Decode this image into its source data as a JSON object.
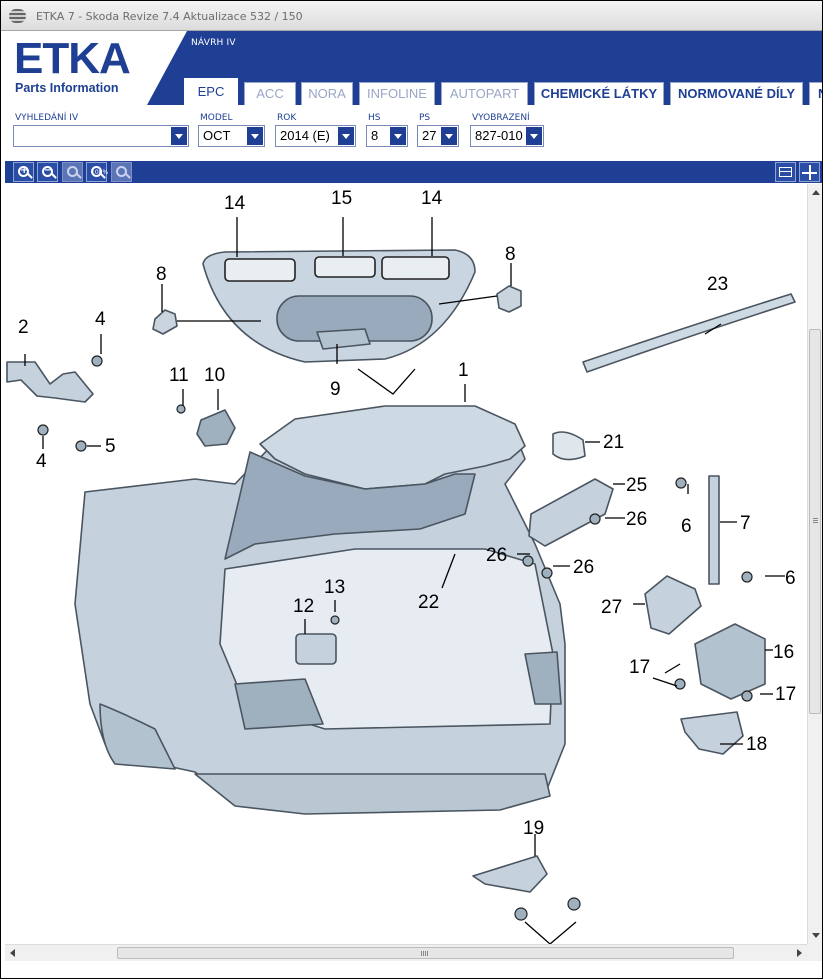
{
  "window": {
    "title": "ETKA 7 - Skoda Revize 7.4 Aktualizace 532 / 150"
  },
  "header": {
    "logo": "ETKA",
    "logo_sub": "Parts Information",
    "label": "NÁVRH IV"
  },
  "tabs": [
    {
      "label": "EPC",
      "state": "active"
    },
    {
      "label": "ACC",
      "state": "disabled"
    },
    {
      "label": "NORA",
      "state": "disabled"
    },
    {
      "label": "INFOLINE",
      "state": "disabled"
    },
    {
      "label": "AUTOPART",
      "state": "disabled"
    },
    {
      "label": "CHEMICKÉ LÁTKY",
      "state": "enabled"
    },
    {
      "label": "NORMOVANÉ DÍLY",
      "state": "enabled"
    },
    {
      "label": "N",
      "state": "enabled"
    }
  ],
  "filters": {
    "search": {
      "label": "VYHLEDÁNÍ IV",
      "value": ""
    },
    "model": {
      "label": "MODEL",
      "value": "OCT"
    },
    "year": {
      "label": "ROK",
      "value": "2014 (E)"
    },
    "hs": {
      "label": "HS",
      "value": "8"
    },
    "ps": {
      "label": "PS",
      "value": "27"
    },
    "image": {
      "label": "VYOBRAZENÍ",
      "value": "827-010"
    }
  },
  "toolbar": {
    "icons": [
      "zoom-in-icon",
      "zoom-out-icon",
      "zoom-fit-icon",
      "zoom-100-icon",
      "zoom-reset-icon",
      "split-view-icon",
      "expand-icon"
    ],
    "zoom_100_label": "100%"
  },
  "callouts": {
    "c1": "1",
    "c2": "2",
    "c4a": "4",
    "c4b": "4",
    "c5": "5",
    "c6a": "6",
    "c6b": "6",
    "c7": "7",
    "c8a": "8",
    "c8b": "8",
    "c9": "9",
    "c10": "10",
    "c11": "11",
    "c12": "12",
    "c13": "13",
    "c14a": "14",
    "c14b": "14",
    "c15": "15",
    "c16": "16",
    "c17a": "17",
    "c17b": "17",
    "c18": "18",
    "c19": "19",
    "c21": "21",
    "c22": "22",
    "c23": "23",
    "c25": "25",
    "c26a": "26",
    "c26b": "26",
    "c26c": "26",
    "c27": "27"
  },
  "colors": {
    "brand": "#1e3f93",
    "part_fill": "#c5d2de",
    "part_stroke": "#4a5560"
  }
}
